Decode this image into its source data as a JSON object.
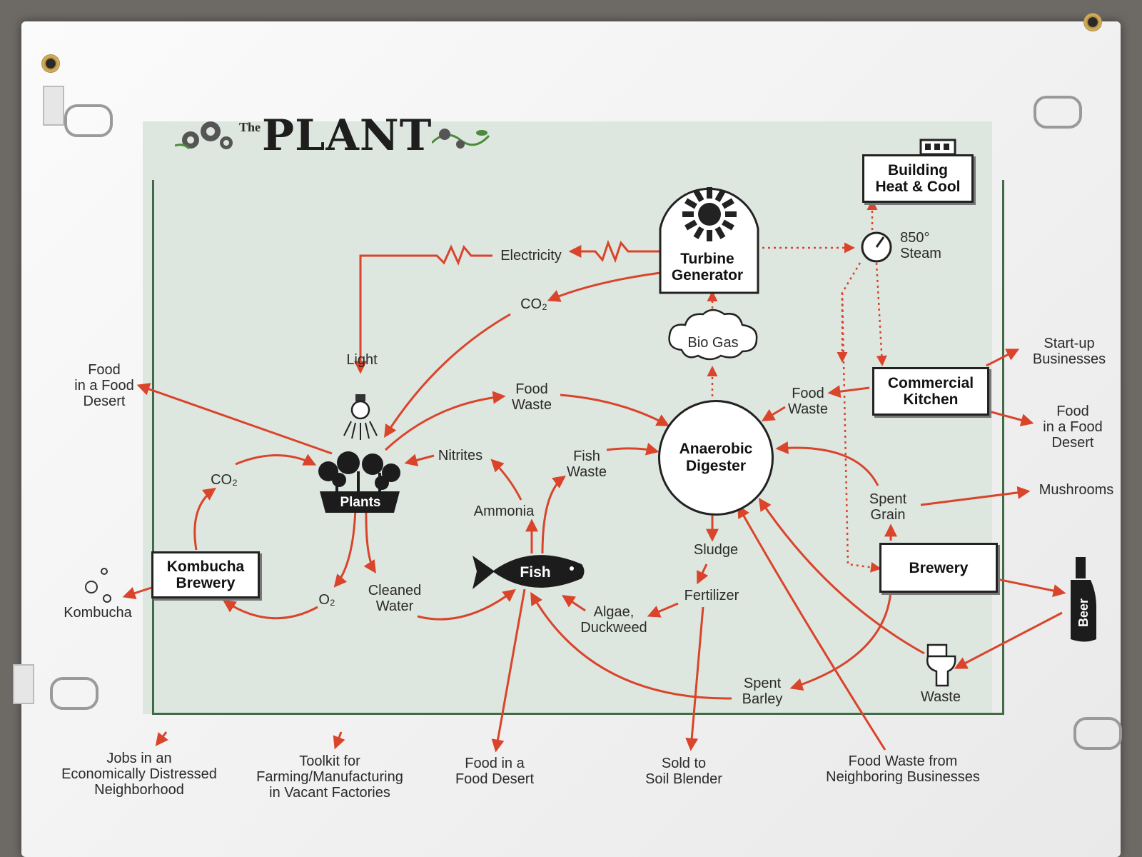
{
  "title": {
    "prefix": "The",
    "main": "PLANT"
  },
  "boxes": {
    "building": "Building\nHeat & Cool",
    "turbine": "Turbine\nGenerator",
    "commercial_kitchen": "Commercial\nKitchen",
    "kombucha_brewery": "Kombucha\nBrewery",
    "brewery": "Brewery",
    "plants": "Plants",
    "fish": "Fish",
    "digester": "Anaerobic\nDigester",
    "beer": "Beer"
  },
  "labels": {
    "electricity": "Electricity",
    "steam": "850°\nSteam",
    "co2_top": "CO₂",
    "bio_gas": "Bio Gas",
    "light": "Light",
    "food_waste_center": "Food\nWaste",
    "food_waste_kitchen": "Food\nWaste",
    "startup": "Start-up\nBusinesses",
    "food_desert_right": "Food\nin a Food\nDesert",
    "food_desert_left": "Food\nin a Food\nDesert",
    "nitrites": "Nitrites",
    "fish_waste": "Fish\nWaste",
    "spent_grain": "Spent\nGrain",
    "mushrooms": "Mushrooms",
    "co2_left": "CO₂",
    "ammonia": "Ammonia",
    "sludge": "Sludge",
    "o2": "O₂",
    "cleaned_water": "Cleaned\nWater",
    "fertilizer": "Fertilizer",
    "algae": "Algae,\nDuckweed",
    "kombucha": "Kombucha",
    "spent_barley": "Spent\nBarley",
    "waste": "Waste"
  },
  "outputs": {
    "jobs": "Jobs in an\nEconomically Distressed\nNeighborhood",
    "toolkit": "Toolkit for\nFarming/Manufacturing\nin Vacant Factories",
    "food_desert_bottom": "Food in a\nFood Desert",
    "soil": "Sold to\nSoil Blender",
    "neighbors": "Food Waste from\nNeighboring Businesses"
  },
  "colors": {
    "arrow": "#d9442a",
    "frame": "#3f6b46",
    "panel": "#dee6e0",
    "ink": "#1c1c1c"
  },
  "icons": [
    "gear-icon",
    "turbine-icon",
    "gauge-icon",
    "cloud-icon",
    "lightbulb-icon",
    "plants-icon",
    "fish-icon",
    "toilet-icon",
    "beer-bottle-icon",
    "bubbles-icon",
    "building-icon"
  ]
}
